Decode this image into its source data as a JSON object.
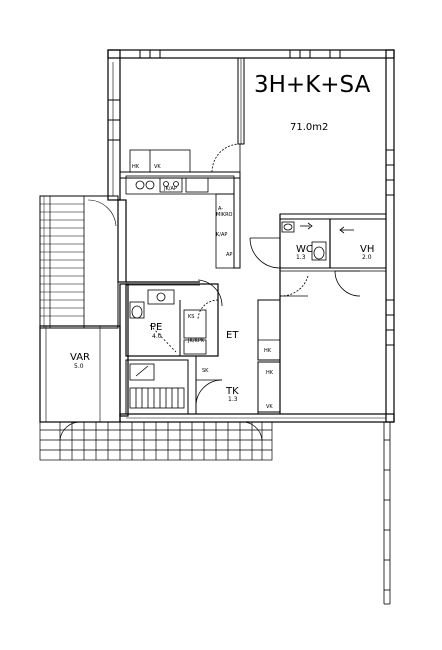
{
  "plan": {
    "title": "3H+K+SA",
    "total_area": "71.0m2",
    "rooms": {
      "wc": {
        "name": "WC",
        "area": "1.3"
      },
      "vh": {
        "name": "VH",
        "area": "2.0"
      },
      "pe": {
        "name": "PE",
        "area": "4.0"
      },
      "et": {
        "name": "ET"
      },
      "tk": {
        "name": "TK",
        "area": "1.3"
      },
      "var": {
        "name": "VAR",
        "area": "5.0"
      }
    },
    "fixtures": {
      "hk_top": "HK",
      "vk_top": "VK",
      "hk_corridor": "HK",
      "hk_corridor2": "HK",
      "vk_corridor": "VK",
      "sk": "SK",
      "ks": "KS",
      "ap": "AP",
      "jk_ap": "JK/AP",
      "jk_kpk": "JK/KPK",
      "astianpesukone": "A-",
      "mikro": "MIKRO",
      "kp": "K/AP"
    },
    "colors": {
      "line": "#000000",
      "background": "#ffffff"
    }
  }
}
